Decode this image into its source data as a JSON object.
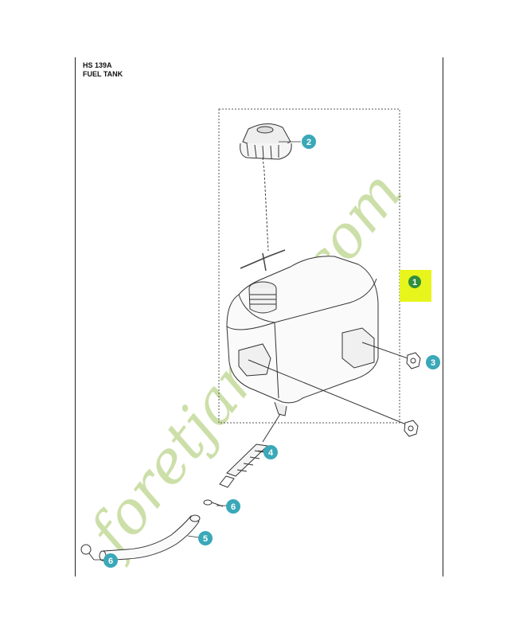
{
  "header": {
    "model": "HS 139A",
    "section": "FUEL TANK"
  },
  "watermark": {
    "text": "foretjardin.com",
    "color_primary": "#c8dca0",
    "color_secondary": "#d6cdbf"
  },
  "colors": {
    "callout_teal": "#3aa8b8",
    "callout_highlight": "#e8f51c",
    "line": "#222222"
  },
  "parts": [
    {
      "id": "1",
      "name": "fuel-tank-assembly",
      "highlighted": true
    },
    {
      "id": "2",
      "name": "fuel-cap"
    },
    {
      "id": "3",
      "name": "screw"
    },
    {
      "id": "4",
      "name": "fuel-filter"
    },
    {
      "id": "5",
      "name": "fuel-hose"
    },
    {
      "id": "6",
      "name": "hose-clamp"
    }
  ]
}
